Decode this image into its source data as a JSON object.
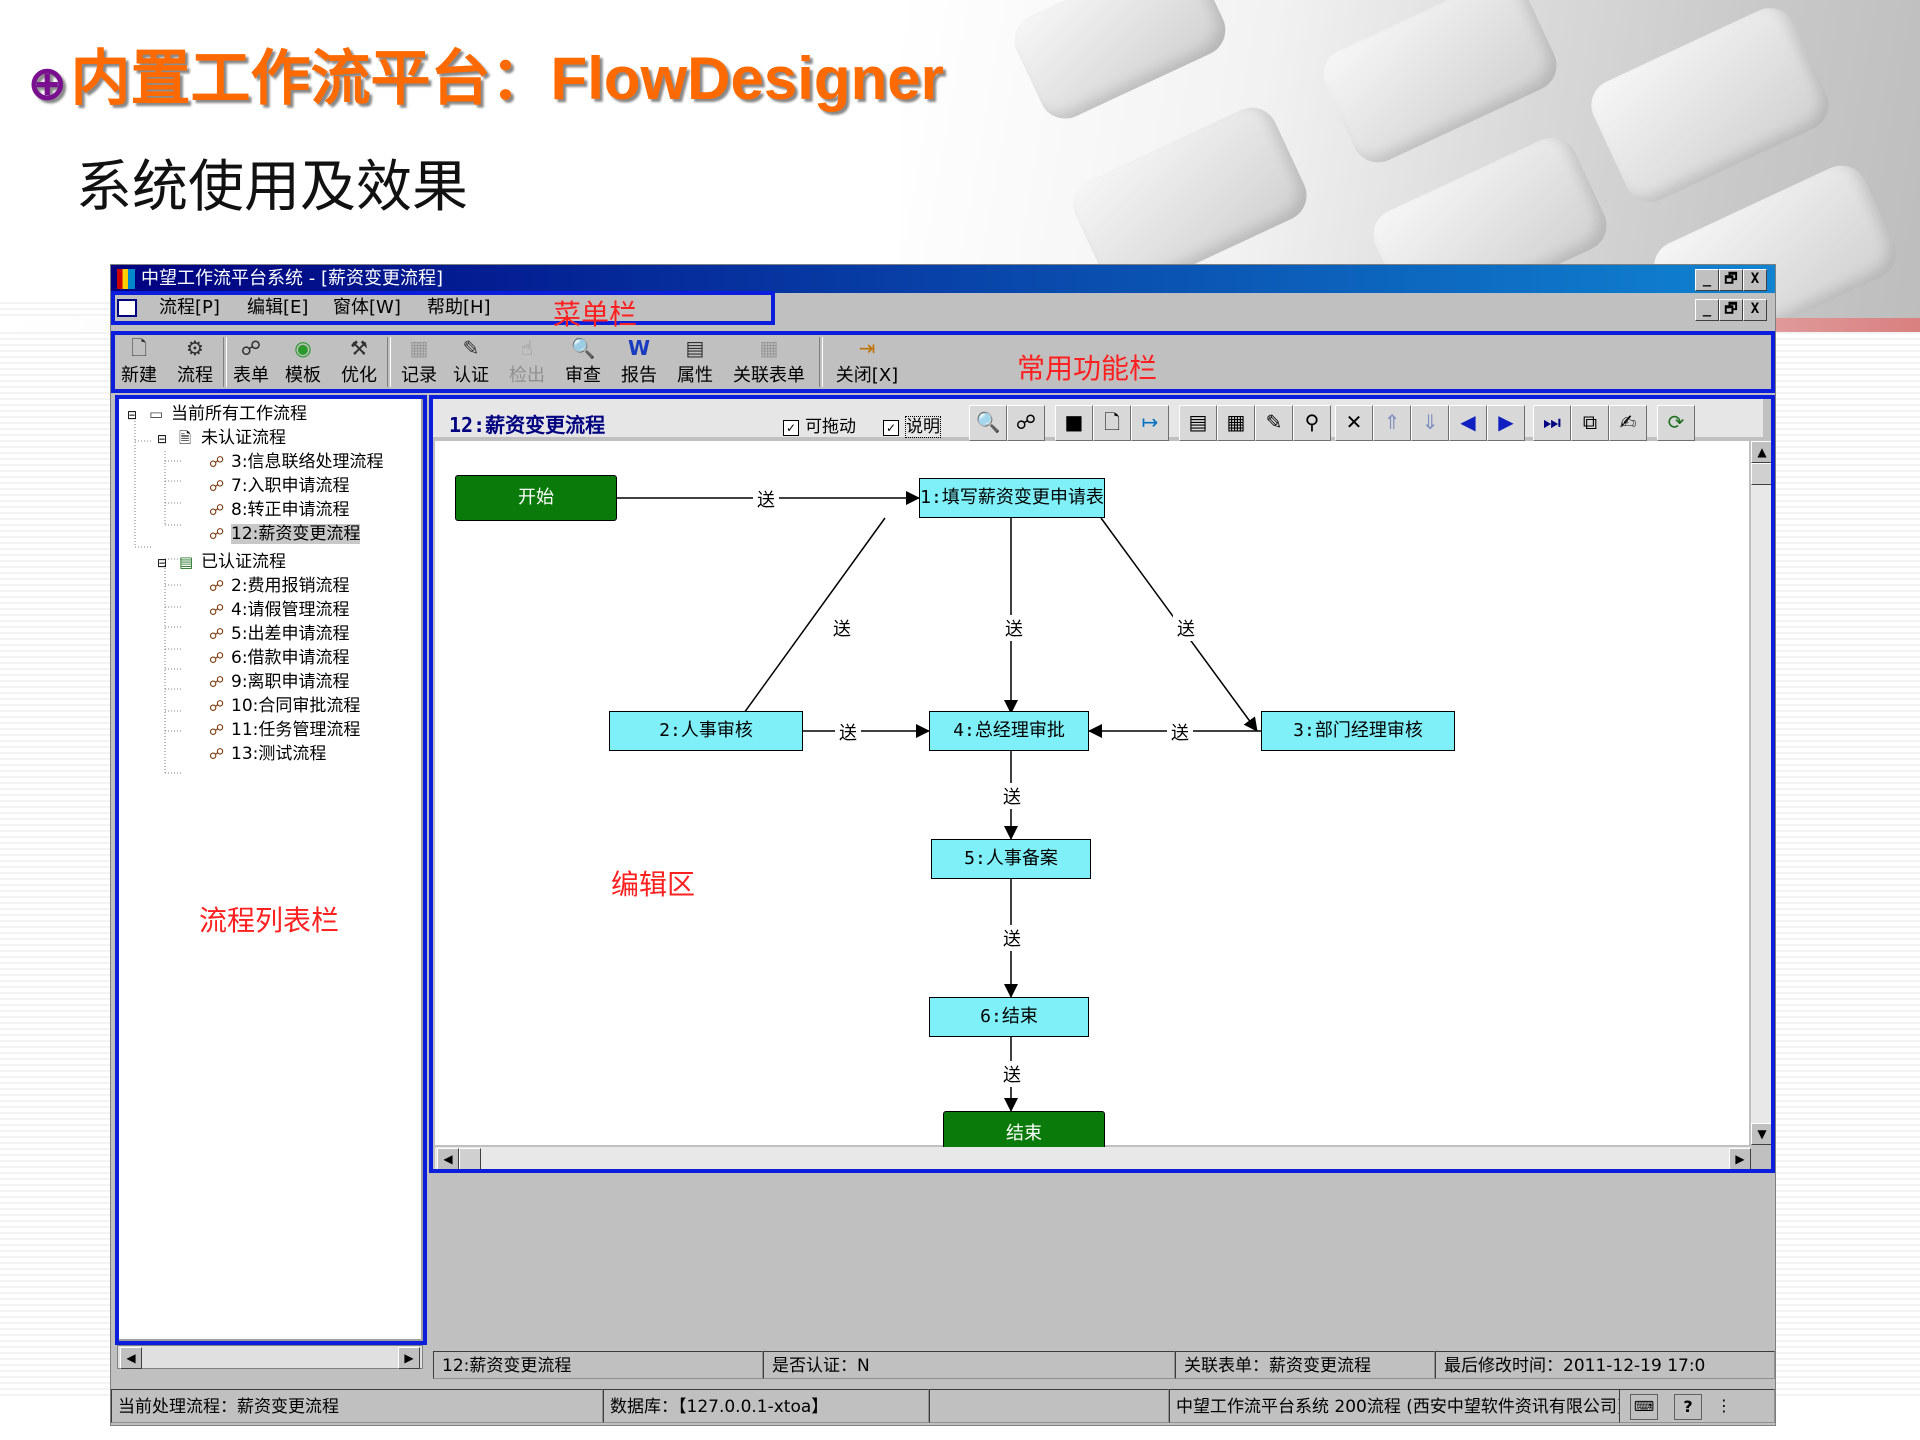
{
  "slide": {
    "bullet": "⊕",
    "title": "内置工作流平台：FlowDesigner",
    "subtitle": "系统使用及效果"
  },
  "window": {
    "title": "中望工作流平台系统 - [薪资变更流程]",
    "controls": [
      "_",
      "🗗",
      "X"
    ]
  },
  "menu": {
    "items": [
      "流程[P]",
      "编辑[E]",
      "窗体[W]",
      "帮助[H]"
    ]
  },
  "toolbar": {
    "buttons": [
      {
        "label": "新建",
        "icon": "new-file-icon",
        "glyph": "🗋"
      },
      {
        "label": "流程",
        "icon": "flow-icon",
        "glyph": "⚙"
      },
      {
        "label": "表单",
        "icon": "form-icon",
        "glyph": "☍"
      },
      {
        "label": "模板",
        "icon": "template-icon",
        "glyph": "◉"
      },
      {
        "label": "优化",
        "icon": "optimize-icon",
        "glyph": "⚒"
      },
      {
        "label": "记录",
        "icon": "record-icon",
        "glyph": "▦"
      },
      {
        "label": "认证",
        "icon": "certify-icon",
        "glyph": "✎"
      },
      {
        "label": "检出",
        "icon": "checkout-icon",
        "glyph": "☝"
      },
      {
        "label": "审查",
        "icon": "review-icon",
        "glyph": "🔍"
      },
      {
        "label": "报告",
        "icon": "report-icon",
        "glyph": "W"
      },
      {
        "label": "属性",
        "icon": "properties-icon",
        "glyph": "▤"
      },
      {
        "label": "关联表单",
        "icon": "linked-form-icon",
        "glyph": "▦"
      },
      {
        "label": "关闭[X]",
        "icon": "close-door-icon",
        "glyph": "⇥"
      }
    ]
  },
  "annotations": {
    "menu_bar": "菜单栏",
    "toolbar": "常用功能栏",
    "list": "流程列表栏",
    "editor": "编辑区"
  },
  "tree": {
    "root": "当前所有工作流程",
    "groups": [
      {
        "label": "未认证流程",
        "items": [
          "3:信息联络处理流程",
          "7:入职申请流程",
          "8:转正申请流程",
          "12:薪资变更流程"
        ]
      },
      {
        "label": "已认证流程",
        "items": [
          "2:费用报销流程",
          "4:请假管理流程",
          "5:出差申请流程",
          "6:借款申请流程",
          "9:离职申请流程",
          "10:合同审批流程",
          "11:任务管理流程",
          "13:测试流程"
        ]
      }
    ],
    "selected": "12:薪资变更流程"
  },
  "editor": {
    "flow_name": "12:薪资变更流程",
    "draggable_label": "可拖动",
    "draggable_checked": true,
    "desc_label": "说明",
    "desc_checked": true,
    "toolbar_icons": [
      "preview-icon",
      "form-icon",
      "save-icon",
      "new-icon",
      "link-icon",
      "properties-icon",
      "grid-icon",
      "certify-icon",
      "tool-icon",
      "delete-icon",
      "up-icon",
      "down-icon",
      "arrow-left-icon",
      "arrow-right-icon",
      "step-end-icon",
      "copy-icon",
      "rename-icon",
      "refresh-icon"
    ],
    "toolbar_glyphs": [
      "🔍",
      "☍",
      "■",
      "🗋",
      "↦",
      "▤",
      "▦",
      "✎",
      "⚲",
      "✕",
      "⇑",
      "⇓",
      "◀",
      "▶",
      "⏭",
      "⧉",
      "✍",
      "⟳"
    ]
  },
  "diagram": {
    "nodes": {
      "start": "开始",
      "n1": "1:填写薪资变更申请表",
      "n2": "2:人事审核",
      "n3": "3:部门经理审核",
      "n4": "4:总经理审批",
      "n5": "5:人事备案",
      "n6": "6:结束",
      "end": "结束"
    },
    "edge_label": "送"
  },
  "status": {
    "flow": "12:薪资变更流程",
    "certified": "是否认证：N",
    "linked_form": "关联表单：薪资变更流程",
    "modified": "最后修改时间：2011-12-19 17:0",
    "current": "当前处理流程：薪资变更流程",
    "database": "数据库：【127.0.0.1-xtoa】",
    "product": "中望工作流平台系统 200流程 (西安中望软件资讯有限公司)"
  }
}
